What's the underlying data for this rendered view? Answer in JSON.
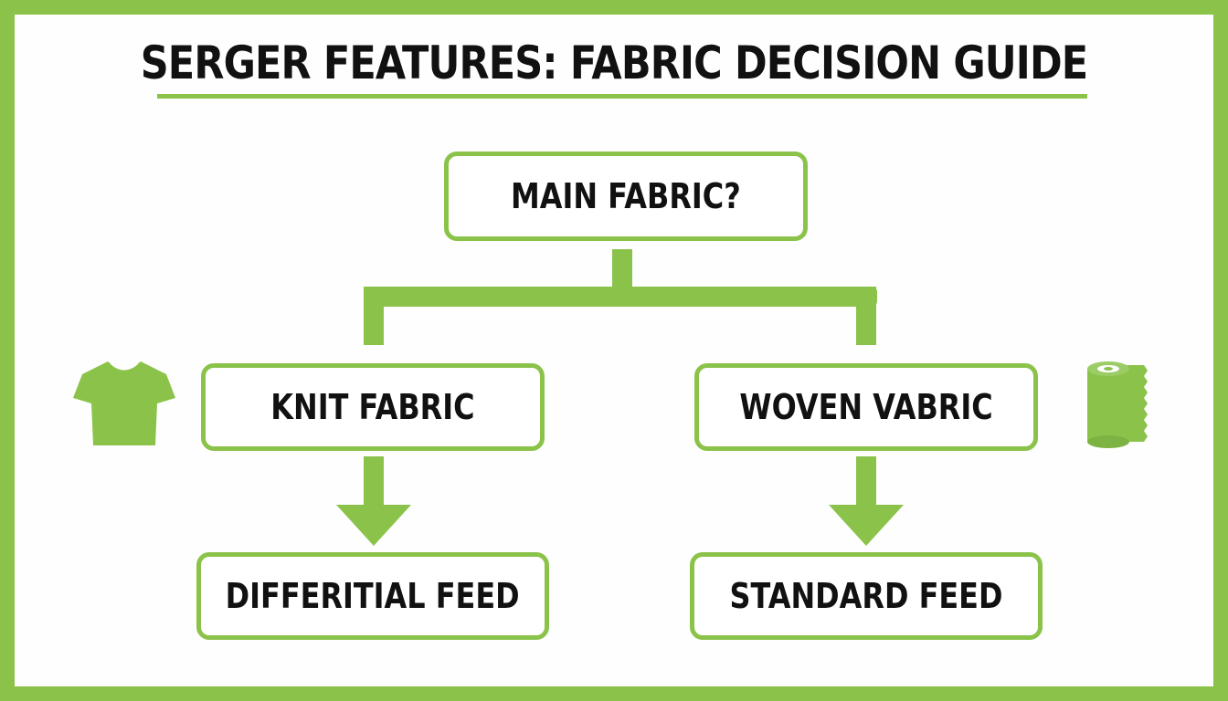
{
  "title": "SERGER FEATURES: FABRIC DECISION GUIDE",
  "colors": {
    "accent": "#8bc34a",
    "text": "#111111",
    "background": "#ffffff"
  },
  "nodes": {
    "root": "MAIN FABRIC?",
    "left": "KNIT FABRIC",
    "right": "WOVEN VABRIC",
    "left_result": "DIFFERITIAL FEED",
    "right_result": "STANDARD FEED"
  },
  "icons": {
    "left": "t-shirt-icon",
    "right": "fabric-roll-icon"
  }
}
